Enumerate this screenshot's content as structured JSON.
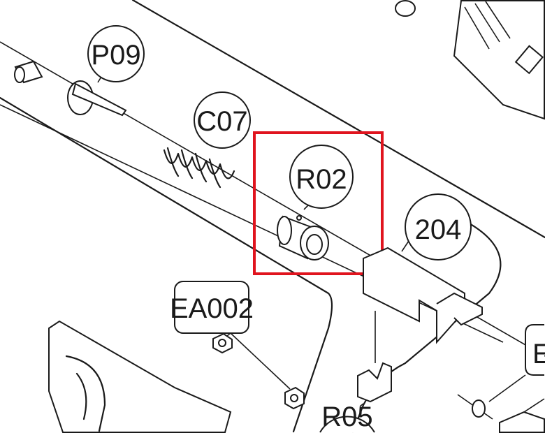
{
  "labels": {
    "p09": "P09",
    "c07": "C07",
    "r02": "R02",
    "l204": "204",
    "ea002": "EA002",
    "r05": "R05",
    "e_partial": "E"
  },
  "highlight": {
    "target": "R02",
    "color": "#e0141e"
  }
}
